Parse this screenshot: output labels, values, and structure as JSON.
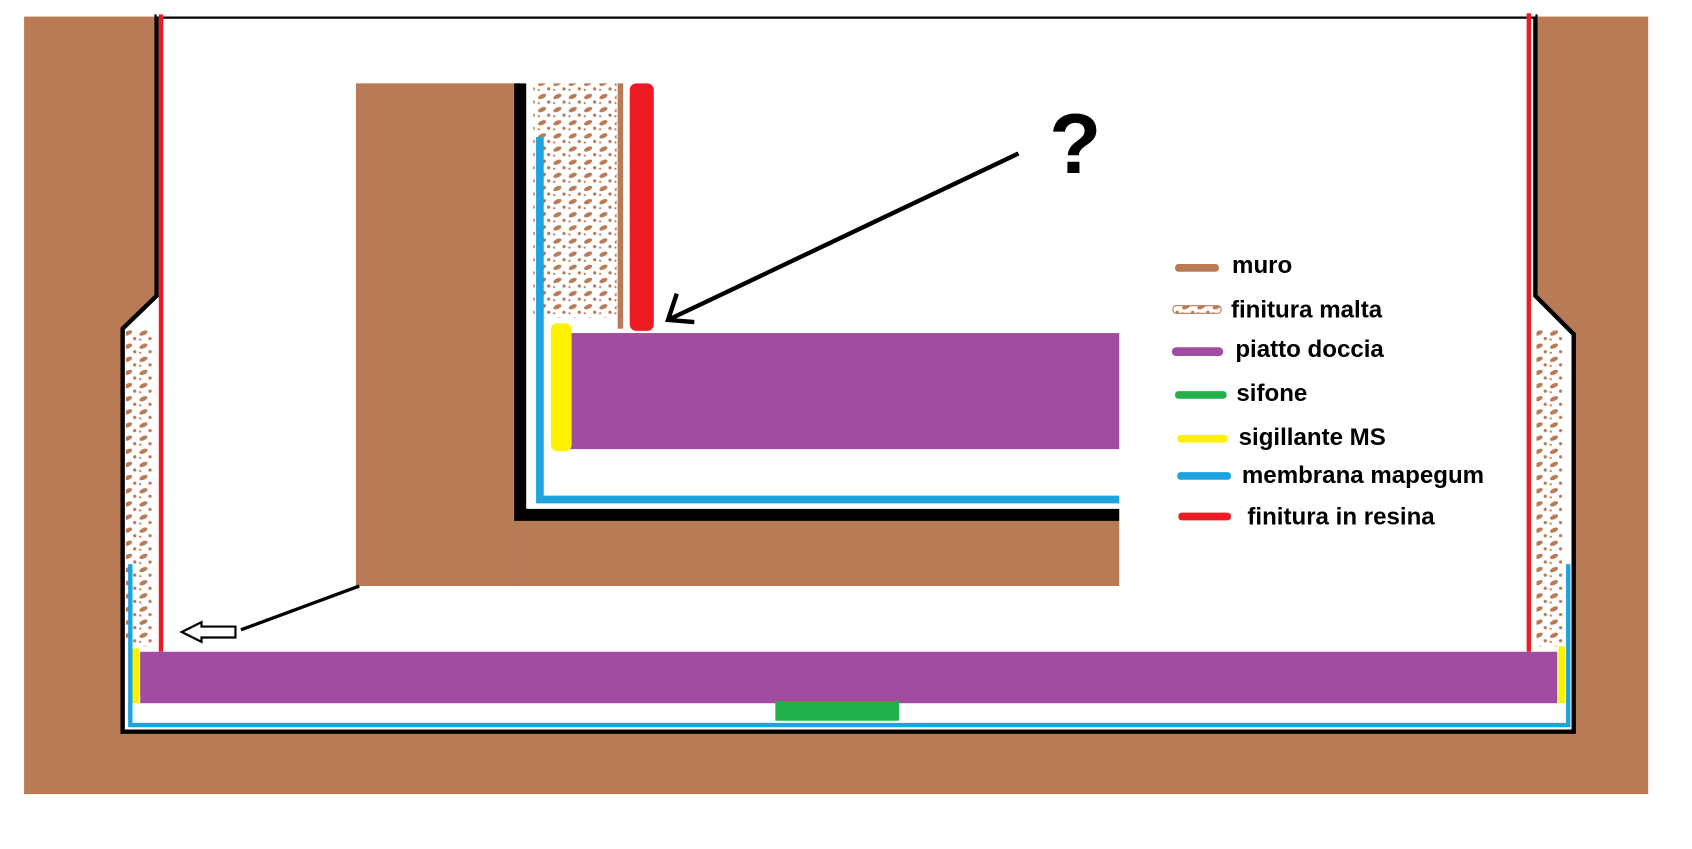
{
  "annotation": {
    "question_mark": "?"
  },
  "legend": [
    {
      "label": "muro",
      "color": "#b97a56",
      "style": "solid"
    },
    {
      "label": "finitura malta",
      "color": "#b97a56",
      "style": "speckled"
    },
    {
      "label": "piatto doccia",
      "color": "#a04ca0",
      "style": "solid"
    },
    {
      "label": "sifone",
      "color": "#22b14c",
      "style": "solid"
    },
    {
      "label": "sigillante MS",
      "color": "#fff200",
      "style": "solid"
    },
    {
      "label": "membrana mapegum",
      "color": "#1ca3e0",
      "style": "solid"
    },
    {
      "label": "finitura in resina",
      "color": "#ed1c24",
      "style": "solid"
    }
  ],
  "colors": {
    "wall": "#b97a56",
    "tray": "#a04ca0",
    "drain": "#22b14c",
    "sealant": "#fff200",
    "membrane": "#1ca3e0",
    "resin": "#ed1c24",
    "outline": "#000000"
  }
}
